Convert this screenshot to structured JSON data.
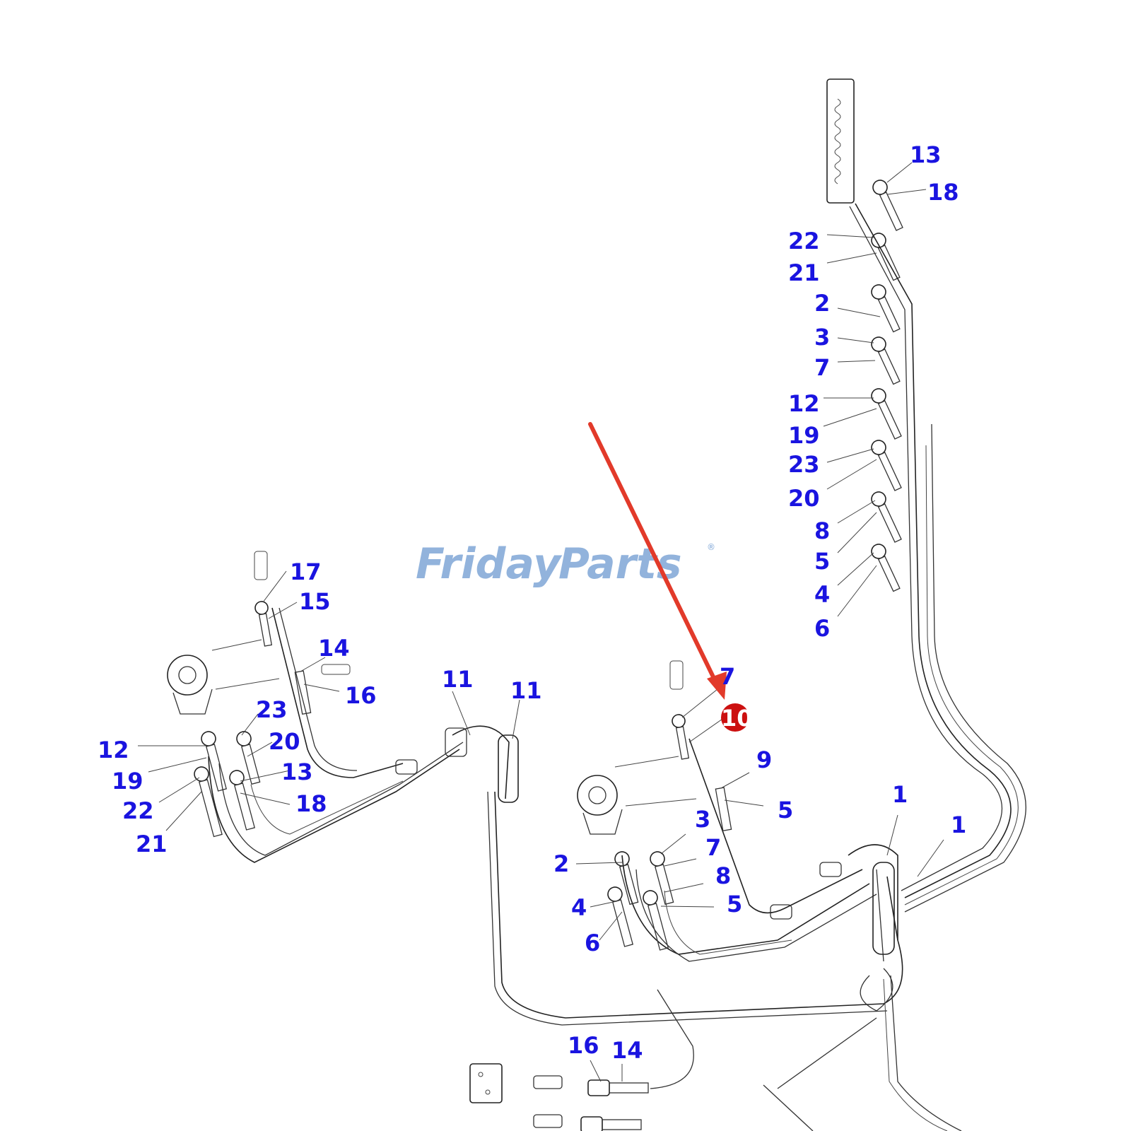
{
  "watermark": {
    "part1": "Friday",
    "part2": "Parts",
    "mark": "®"
  },
  "highlight": {
    "label": "10",
    "color": "#cc1010"
  },
  "arrow": {
    "color": "#e23a2a"
  },
  "label_color": "#1a14e0",
  "callouts": [
    "13",
    "18",
    "22",
    "21",
    "2",
    "3",
    "7",
    "12",
    "19",
    "23",
    "20",
    "8",
    "5",
    "4",
    "6",
    "17",
    "15",
    "14",
    "16",
    "23",
    "20",
    "13",
    "18",
    "12",
    "19",
    "22",
    "21",
    "11",
    "11",
    "7",
    "9",
    "5",
    "3",
    "7",
    "8",
    "5",
    "2",
    "4",
    "6",
    "1",
    "1",
    "16",
    "14"
  ]
}
